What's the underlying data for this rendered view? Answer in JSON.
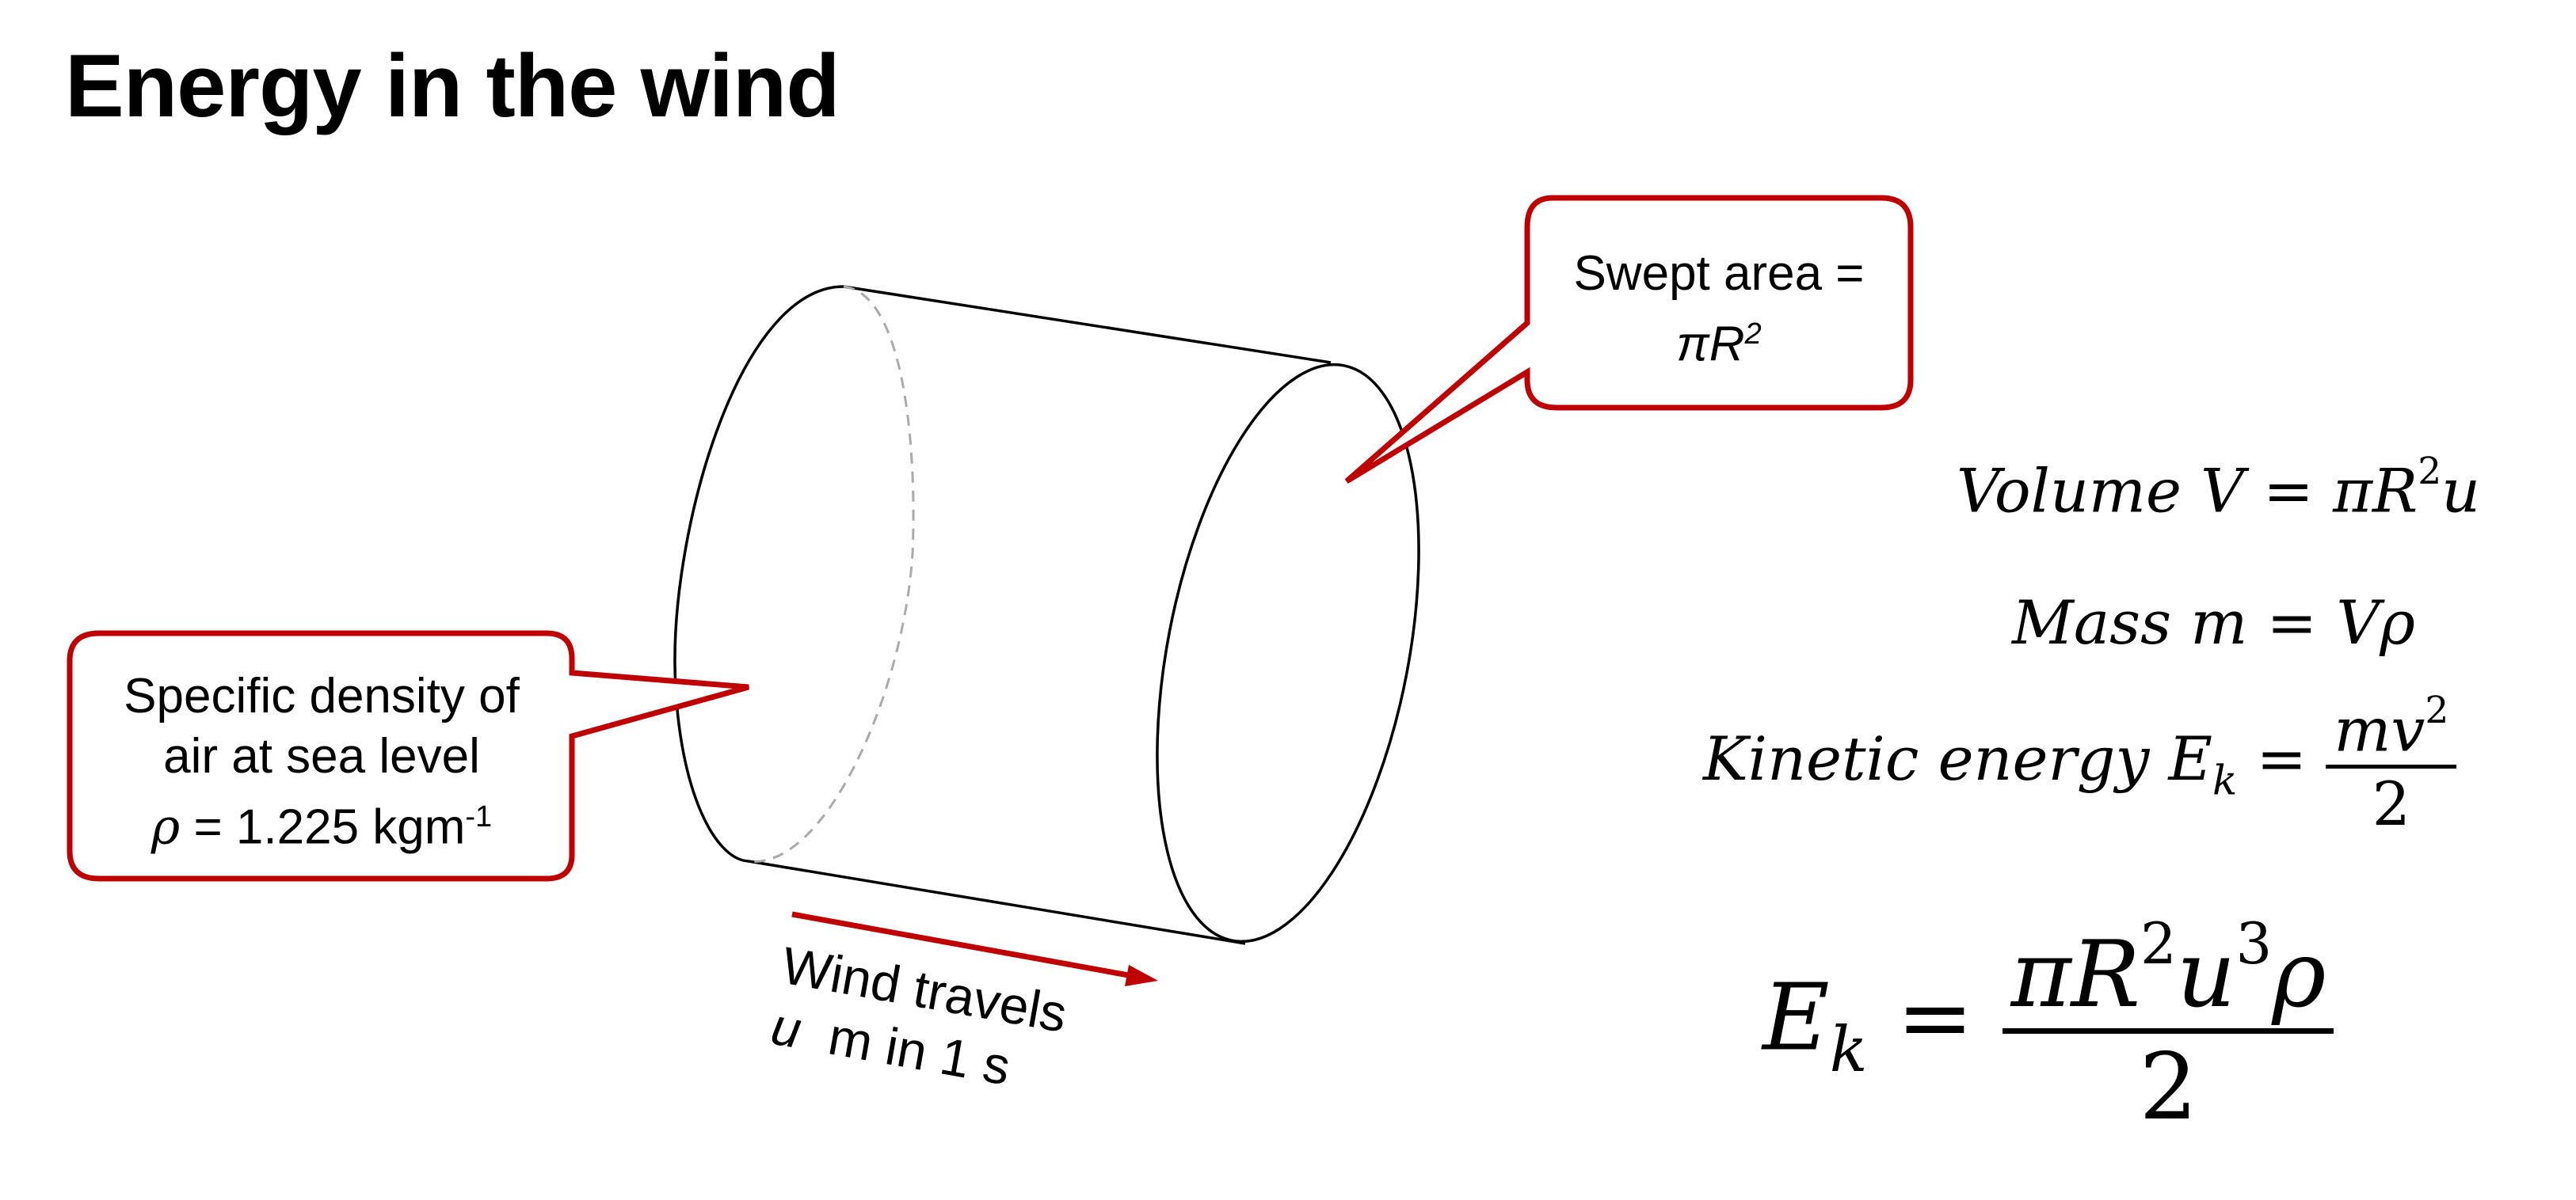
{
  "title": "Energy in the wind",
  "callouts": {
    "swept_area": {
      "line1": "Swept area =",
      "line2_symbol": "πR",
      "line2_exp": "2"
    },
    "density": {
      "line1": "Specific density of",
      "line2": "air at sea level",
      "line3_symbol": "ρ",
      "line3_rest": " = 1.225 kgm",
      "line3_exp": "-1"
    }
  },
  "wind_label": {
    "line1": "Wind travels",
    "line2_var": "u",
    "line2_rest": "  m in 1 s"
  },
  "equations": {
    "volume": {
      "label": "Volume V",
      "eq": " = ",
      "rhs": "πR",
      "exp": "2",
      "rhs_tail": "u"
    },
    "mass": {
      "label": "Mass m",
      "eq": " = ",
      "rhs": "Vρ"
    },
    "kinetic": {
      "label": "Kinetic energy E",
      "sub": "k",
      "eq": " = ",
      "num": "mv",
      "num_exp": "2",
      "den": "2"
    },
    "final": {
      "lhs": "E",
      "sub": "k",
      "eq": " = ",
      "num_a": "πR",
      "num_exp1": "2",
      "num_b": "u",
      "num_exp2": "3",
      "num_c": "ρ",
      "den": "2"
    }
  },
  "colors": {
    "callout_border": "#c00000",
    "arrow": "#c00000",
    "lines": "#000000",
    "hidden_edge": "#aaaaaa"
  }
}
